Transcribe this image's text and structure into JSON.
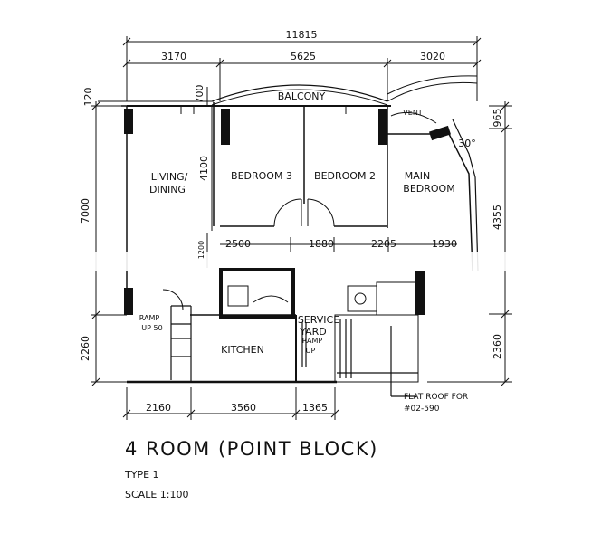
{
  "dimensions": {
    "overall": "11815",
    "top_segments": [
      "3170",
      "5625",
      "3020"
    ],
    "left_segments": [
      "120",
      "7000",
      "2260"
    ],
    "left_small": "700",
    "right_segments": [
      "965",
      "4355",
      "2360"
    ],
    "bedroom_height": "4100",
    "bottom_segments": [
      "2160",
      "3560",
      "1365"
    ],
    "mid_segments": [
      "2500",
      "1880",
      "2205",
      "1930"
    ],
    "mid_small": "1200",
    "angle": "30°"
  },
  "rooms": {
    "balcony": "BALCONY",
    "living_line1": "LIVING/",
    "living_line2": "DINING",
    "bedroom3": "BEDROOM 3",
    "bedroom2": "BEDROOM 2",
    "main_line1": "MAIN",
    "main_line2": "BEDROOM",
    "kitchen": "KITCHEN",
    "service_line1": "SERVICE",
    "service_line2": "YARD",
    "ramp_up_left_line1": "RAMP",
    "ramp_up_left_line2": "UP 50",
    "ramp_up_right_line1": "RAMP",
    "ramp_up_right_line2": "UP",
    "vent": "VENT"
  },
  "notes": {
    "flat_roof_line1": "FLAT ROOF FOR",
    "flat_roof_line2": "#02-590"
  },
  "title": "4 ROOM (POINT BLOCK)",
  "type": "TYPE 1",
  "scale": "SCALE 1:100"
}
